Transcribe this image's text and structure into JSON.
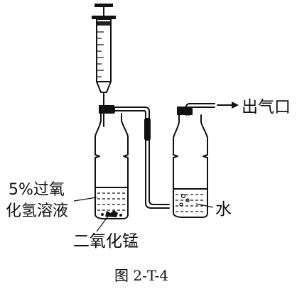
{
  "labels": {
    "outlet": "出气口",
    "water": "水",
    "solution_line1": "5%过氧",
    "solution_line2": "化氢溶液",
    "catalyst": "二氧化锰"
  },
  "caption": "图 2-T-4"
}
